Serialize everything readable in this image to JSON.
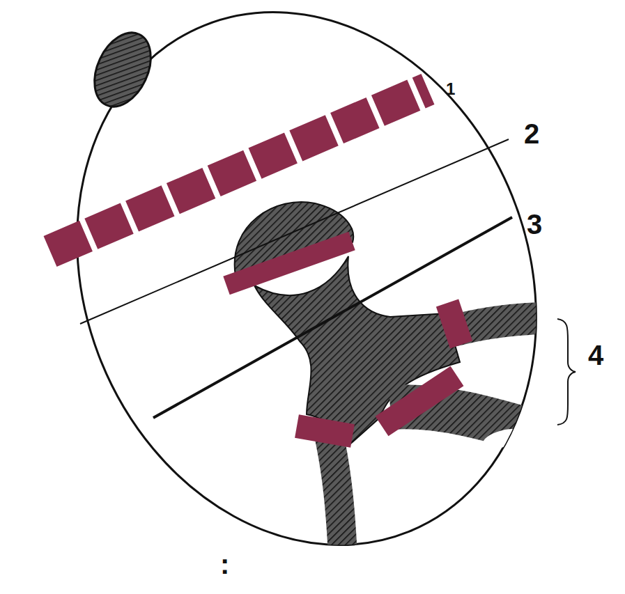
{
  "diagram": {
    "labels": [
      "1",
      "2",
      "3",
      "4",
      ":"
    ]
  }
}
